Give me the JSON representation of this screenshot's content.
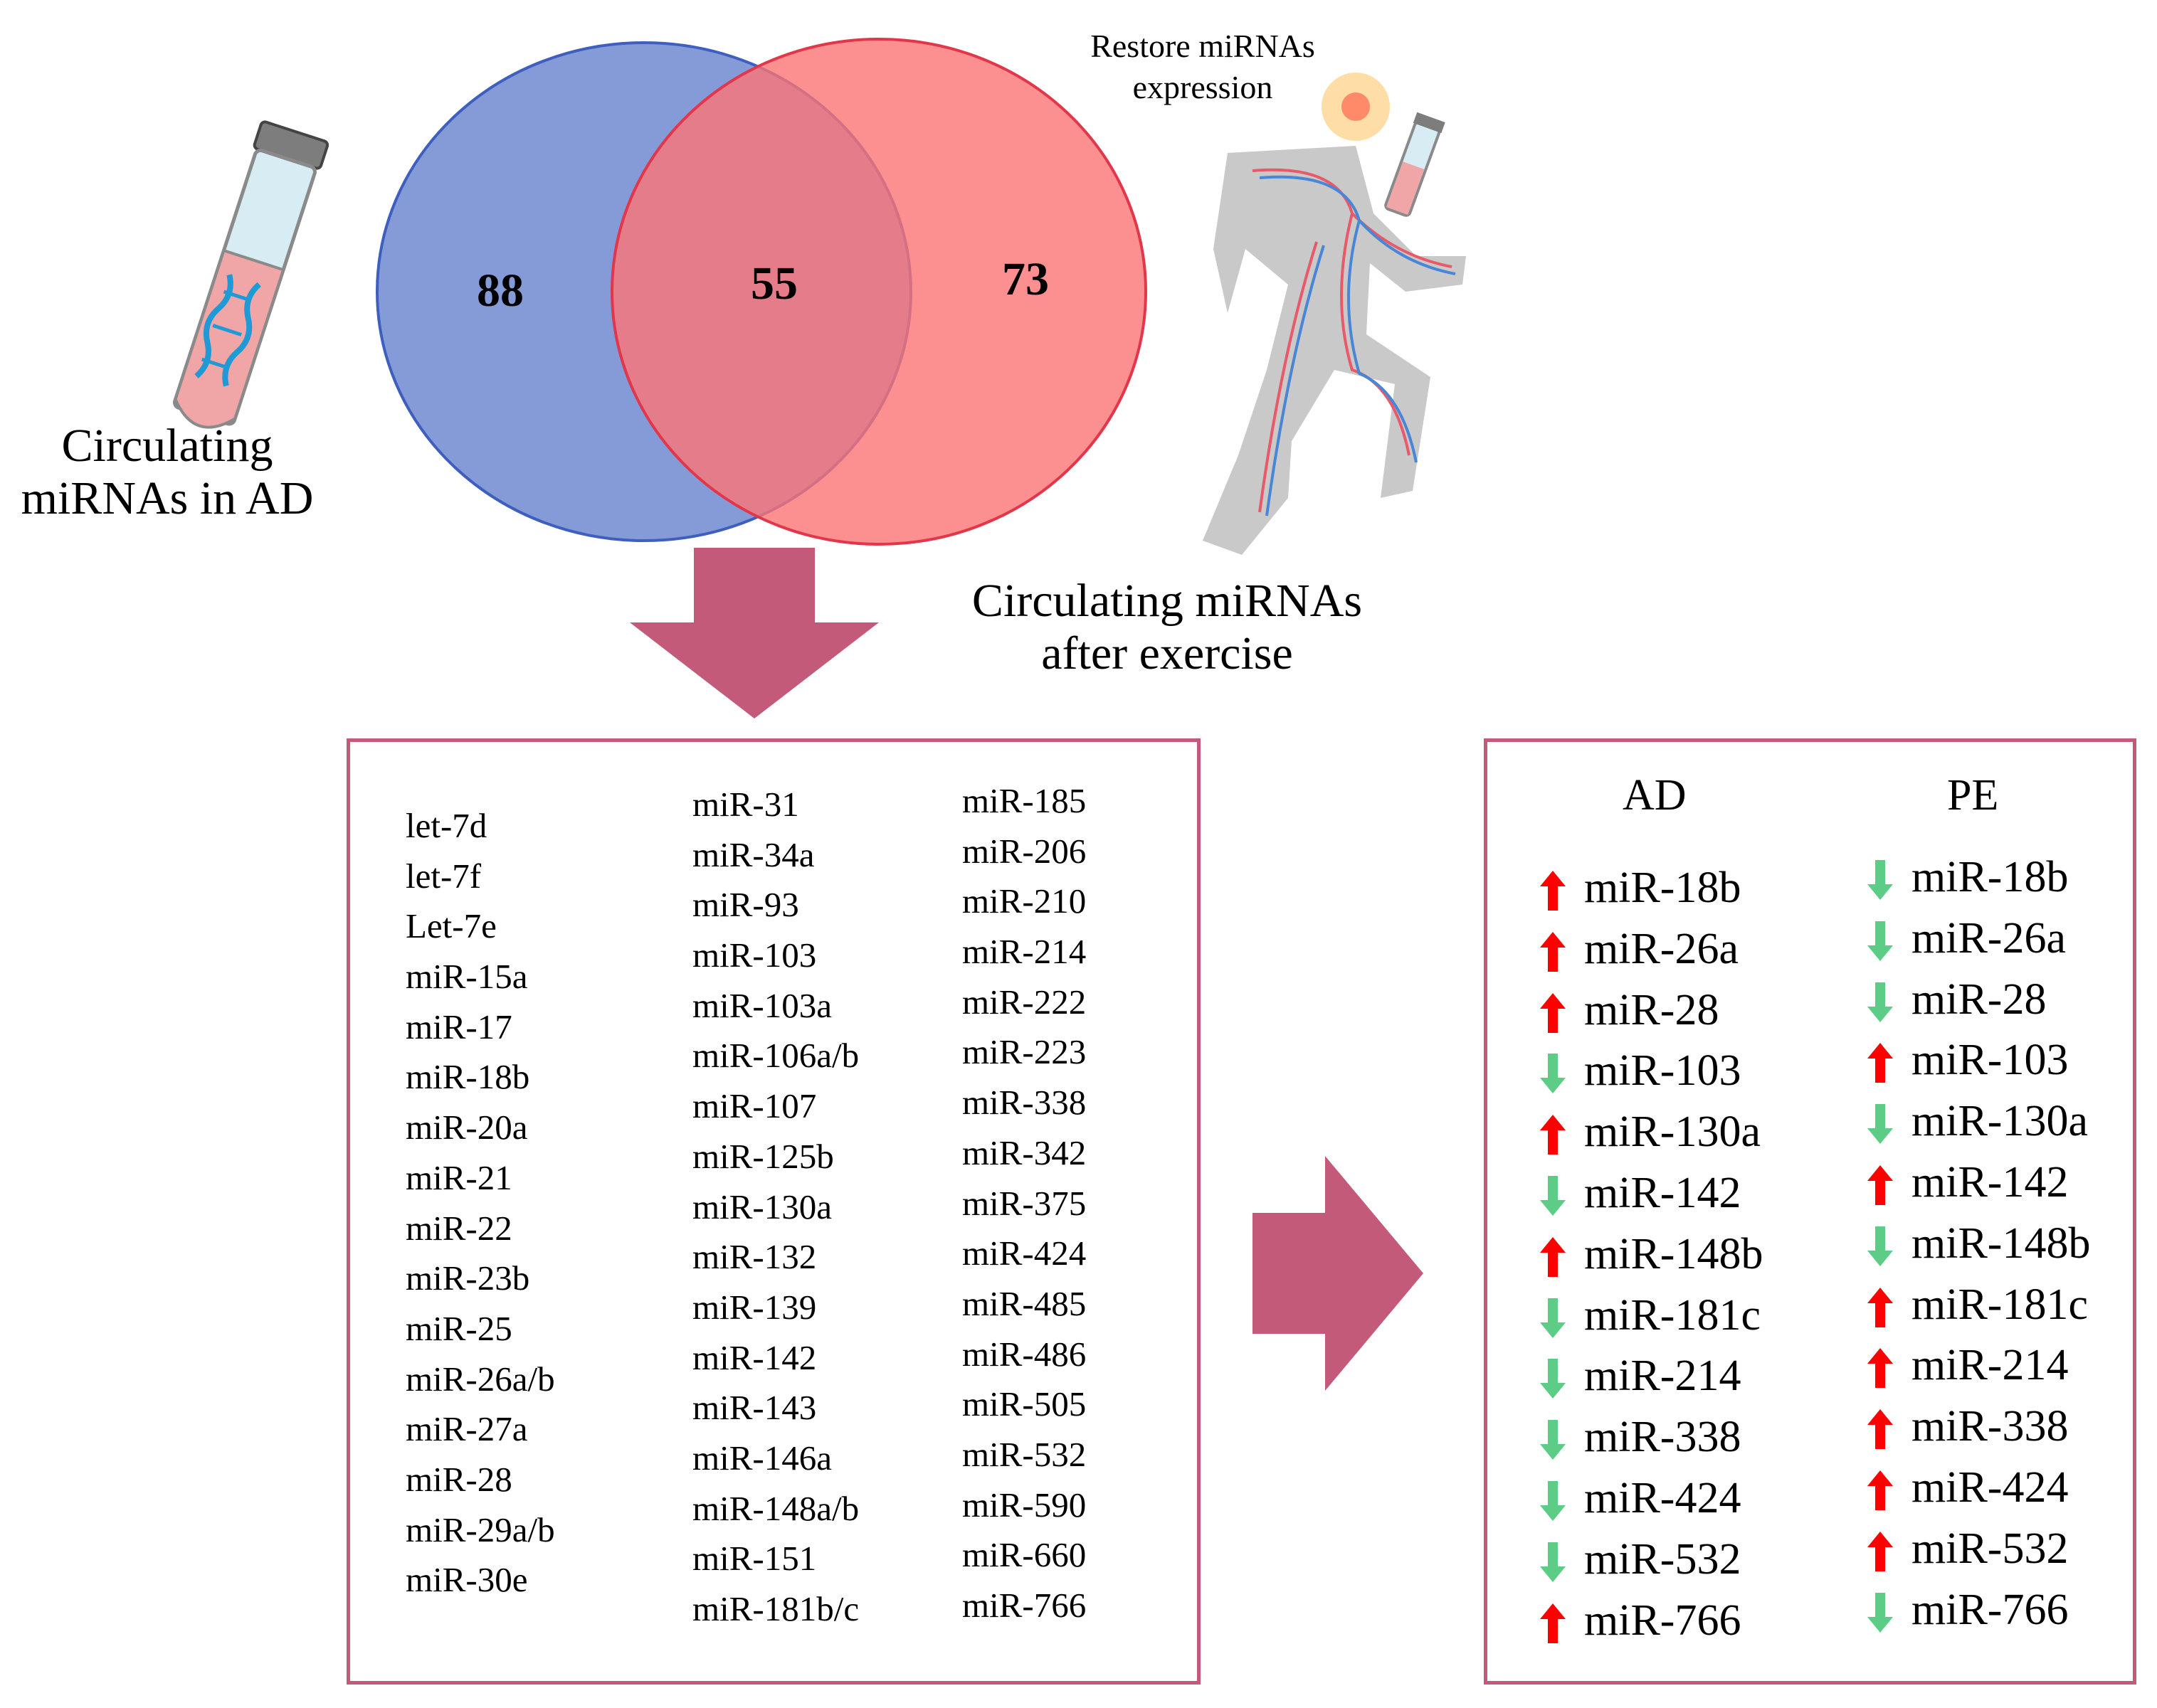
{
  "venn": {
    "left_count": "88",
    "overlap_count": "55",
    "right_count": "73",
    "left_color": "#7089d1",
    "right_color": "#fb7476",
    "overlap_color": "#c45a7a"
  },
  "labels": {
    "ad_line1": "Circulating",
    "ad_line2": "miRNAs in AD",
    "exercise_line1": "Circulating miRNAs",
    "exercise_line2": "after exercise",
    "restore_line1": "Restore miRNAs",
    "restore_line2": "expression"
  },
  "common_mirnas": {
    "col1": [
      "let-7d",
      "let-7f",
      "Let-7e",
      "miR-15a",
      "miR-17",
      "miR-18b",
      "miR-20a",
      "miR-21",
      "miR-22",
      "miR-23b",
      "miR-25",
      "miR-26a/b",
      "miR-27a",
      "miR-28",
      "miR-29a/b",
      "miR-30e"
    ],
    "col2": [
      "miR-31",
      "miR-34a",
      "miR-93",
      "miR-103",
      "miR-103a",
      "miR-106a/b",
      "miR-107",
      "miR-125b",
      "miR-130a",
      "miR-132",
      "miR-139",
      "miR-142",
      "miR-143",
      "miR-146a",
      "miR-148a/b",
      "miR-151",
      "miR-181b/c"
    ],
    "col3": [
      "miR-185",
      "miR-206",
      "miR-210",
      "miR-214",
      "miR-222",
      "miR-223",
      "miR-338",
      "miR-342",
      "miR-375",
      "miR-424",
      "miR-485",
      "miR-486",
      "miR-505",
      "miR-532",
      "miR-590",
      "miR-660",
      "miR-766"
    ]
  },
  "regulation": {
    "up_color": "#ff0000",
    "down_color": "#5ccc86",
    "ad": {
      "header": "AD",
      "items": [
        {
          "name": "miR-18b",
          "direction": "up"
        },
        {
          "name": "miR-26a",
          "direction": "up"
        },
        {
          "name": "miR-28",
          "direction": "up"
        },
        {
          "name": "miR-103",
          "direction": "down"
        },
        {
          "name": "miR-130a",
          "direction": "up"
        },
        {
          "name": "miR-142",
          "direction": "down"
        },
        {
          "name": "miR-148b",
          "direction": "up"
        },
        {
          "name": "miR-181c",
          "direction": "down"
        },
        {
          "name": "miR-214",
          "direction": "down"
        },
        {
          "name": "miR-338",
          "direction": "down"
        },
        {
          "name": "miR-424",
          "direction": "down"
        },
        {
          "name": "miR-532",
          "direction": "down"
        },
        {
          "name": "miR-766",
          "direction": "up"
        }
      ]
    },
    "pe": {
      "header": "PE",
      "items": [
        {
          "name": "miR-18b",
          "direction": "down"
        },
        {
          "name": "miR-26a",
          "direction": "down"
        },
        {
          "name": "miR-28",
          "direction": "down"
        },
        {
          "name": "miR-103",
          "direction": "up"
        },
        {
          "name": "miR-130a",
          "direction": "down"
        },
        {
          "name": "miR-142",
          "direction": "up"
        },
        {
          "name": "miR-148b",
          "direction": "down"
        },
        {
          "name": "miR-181c",
          "direction": "up"
        },
        {
          "name": "miR-214",
          "direction": "up"
        },
        {
          "name": "miR-338",
          "direction": "up"
        },
        {
          "name": "miR-424",
          "direction": "up"
        },
        {
          "name": "miR-532",
          "direction": "up"
        },
        {
          "name": "miR-766",
          "direction": "down"
        }
      ]
    }
  }
}
